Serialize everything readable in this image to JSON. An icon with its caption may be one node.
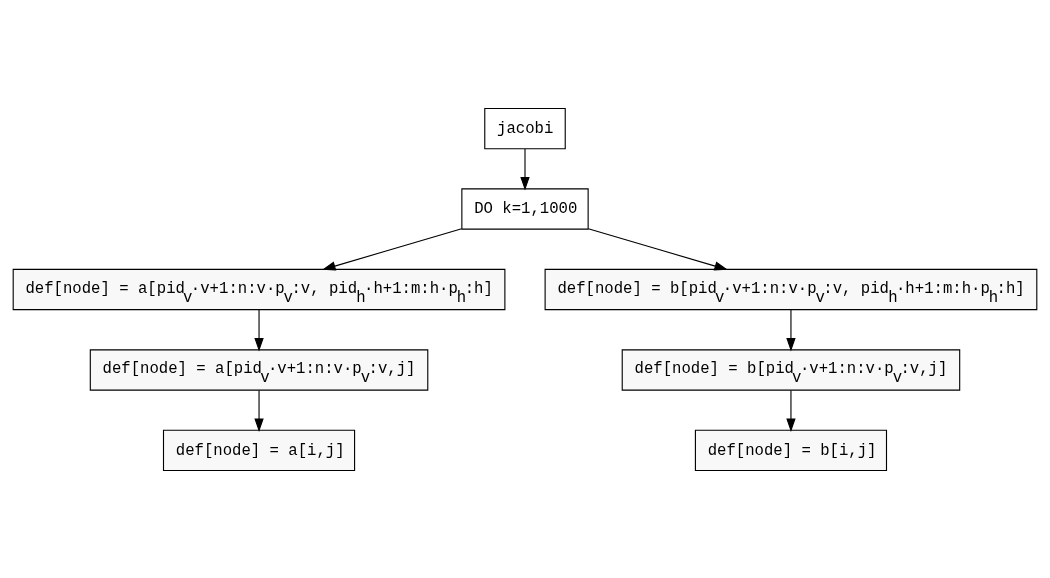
{
  "diagram": {
    "nodes": [
      {
        "text": [
          "jacobi"
        ]
      },
      {
        "text": [
          "DO k=1,1000"
        ]
      },
      {
        "text": [
          "def[node] = a[pid$_{v}$·v+1:n:v·p$_{v}$:v, pid$_{h}$·h+1:m:h·p$_{h}$:h]"
        ]
      },
      {
        "text": [
          "def[node] = b[pid$_{v}$·v+1:n:v·p$_{v}$:v, pid$_{h}$·h+1:m:h·p$_{h}$:h]"
        ]
      },
      {
        "text": [
          "def[node] = a[pid$_{v}$·v+1:n:v·p$_{v}$:v,j]"
        ]
      },
      {
        "text": [
          "def[node] = b[pid$_{v}$·v+1:n:v·p$_{v}$:v,j]"
        ]
      },
      {
        "text": [
          "def[node] = a[i,j]"
        ]
      },
      {
        "text": [
          "def[node] = b[i,j]"
        ]
      }
    ],
    "edges": [
      {
        "from": 0,
        "to": 1,
        "arrow": "to"
      },
      {
        "from": 1,
        "to": 2,
        "arrow": "to"
      },
      {
        "from": 1,
        "to": 3,
        "arrow": "to"
      },
      {
        "from": 2,
        "to": 4,
        "arrow": "to"
      },
      {
        "from": 3,
        "to": 5,
        "arrow": "to"
      },
      {
        "from": 4,
        "to": 6,
        "arrow": "to"
      },
      {
        "from": 5,
        "to": 7,
        "arrow": "to"
      }
    ]
  }
}
